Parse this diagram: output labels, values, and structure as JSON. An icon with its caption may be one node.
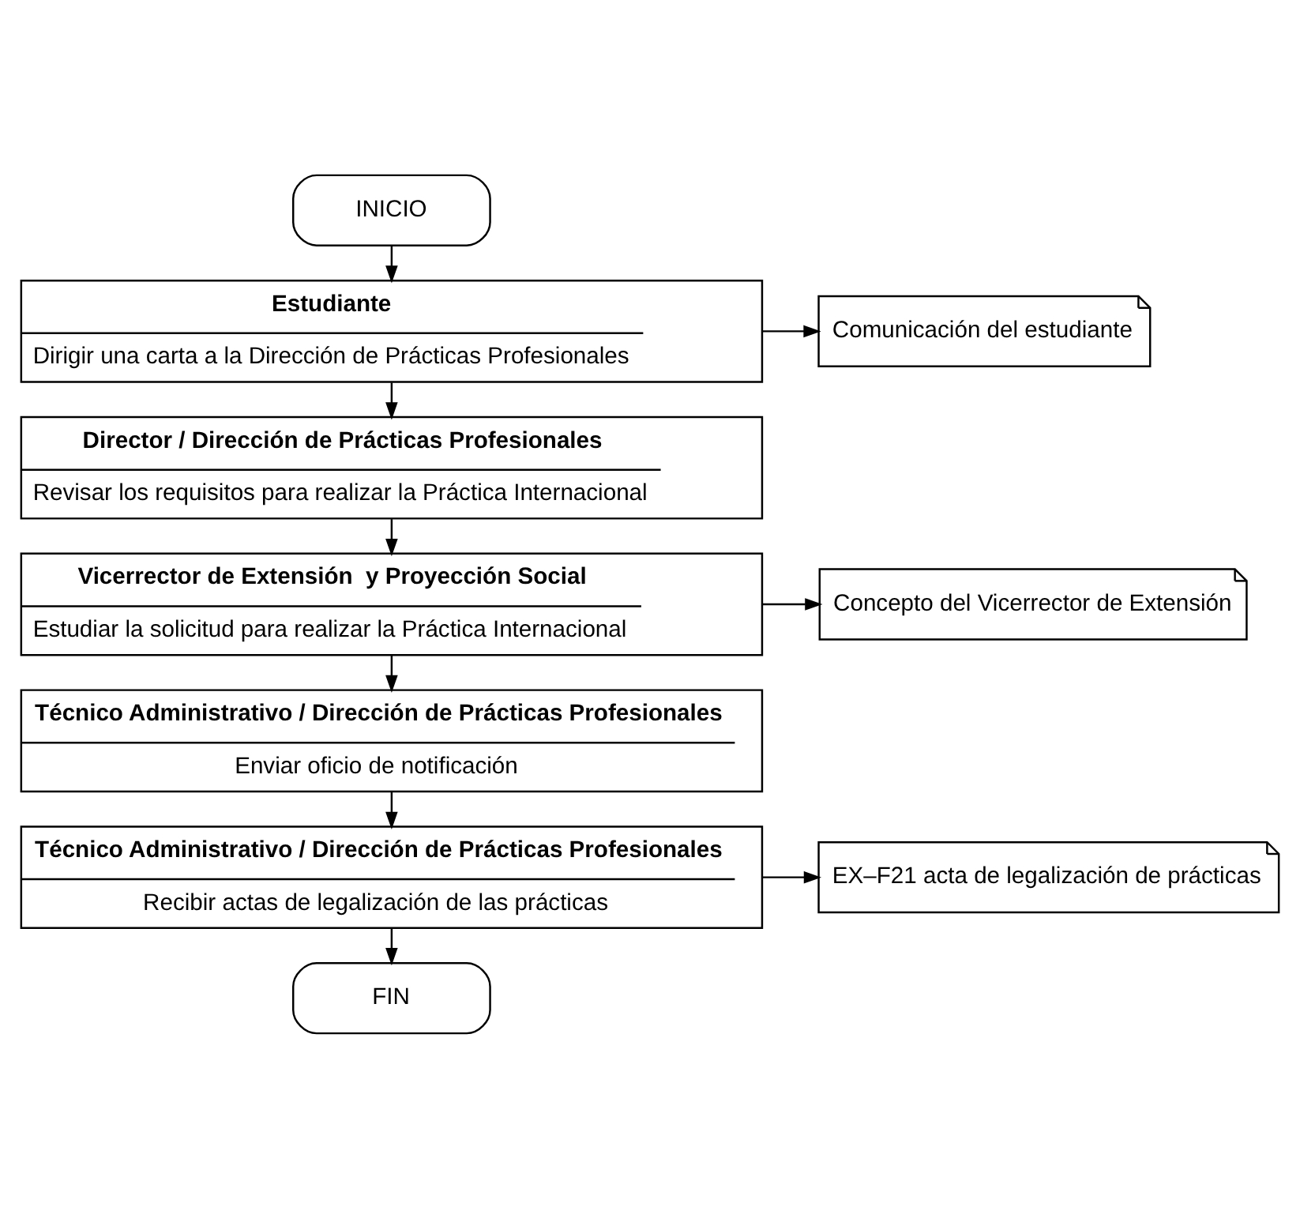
{
  "diagram": {
    "nodes": [
      {
        "text": [
          "INICIO"
        ]
      },
      {
        "text": [
          "Estudiante",
          "Dirigir una carta a la Dirección de Prácticas Profesionales"
        ]
      },
      {
        "text": [
          "Comunicación del estudiante"
        ]
      },
      {
        "text": [
          "Director / Dirección de Prácticas Profesionales",
          "Revisar los requisitos para realizar la Práctica Internacional"
        ]
      },
      {
        "text": [
          "Vicerrector de Extensión  y Proyección Social",
          "Estudiar la solicitud para realizar la Práctica Internacional"
        ]
      },
      {
        "text": [
          "Concepto del Vicerrector de Extensión"
        ]
      },
      {
        "text": [
          "Técnico Administrativo / Dirección de Prácticas Profesionales",
          "Enviar oficio de notificación"
        ]
      },
      {
        "text": [
          "Técnico Administrativo / Dirección de Prácticas Profesionales",
          "Recibir actas de legalización de las prácticas"
        ]
      },
      {
        "text": [
          "EX–F21 acta de legalización de prácticas"
        ]
      },
      {
        "text": [
          "FIN"
        ]
      }
    ],
    "edges": [
      {
        "from": 0,
        "to": 1,
        "arrow": "to"
      },
      {
        "from": 1,
        "to": 2,
        "arrow": "to"
      },
      {
        "from": 1,
        "to": 3,
        "arrow": "to"
      },
      {
        "from": 3,
        "to": 4,
        "arrow": "to"
      },
      {
        "from": 4,
        "to": 5,
        "arrow": "to"
      },
      {
        "from": 4,
        "to": 6,
        "arrow": "to"
      },
      {
        "from": 6,
        "to": 7,
        "arrow": "to"
      },
      {
        "from": 7,
        "to": 8,
        "arrow": "to"
      },
      {
        "from": 7,
        "to": 9,
        "arrow": "to"
      }
    ]
  }
}
